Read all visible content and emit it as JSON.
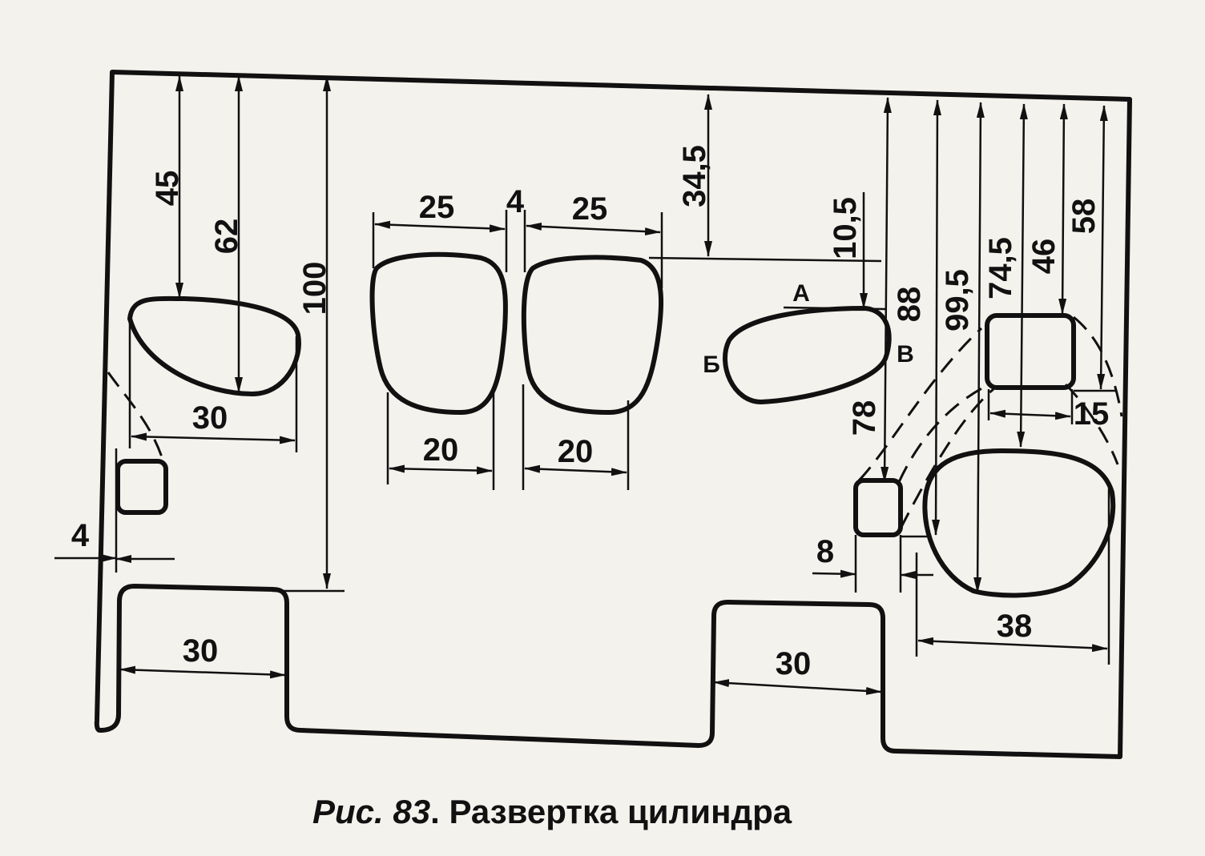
{
  "caption": {
    "figure_label": "Рис. 83",
    "separator": ".",
    "title": "Развертка цилиндра"
  },
  "dimensions": {
    "left_hole_top_depth": "45",
    "left_hole_bottom_depth": "62",
    "left_hole_width": "30",
    "left_small_square_offset": "4",
    "left_total_height": "100",
    "left_notch_width": "30",
    "center_hole_1_top_width": "25",
    "center_gap": "4",
    "center_hole_2_top_width": "25",
    "center_hole_1_bottom_width": "20",
    "center_hole_2_bottom_width": "20",
    "center_top_offset": "34,5",
    "right_oval_top_offset": "10,5",
    "right_oval_depth": "88",
    "right_small_square_depth": "78",
    "right_small_square_width": "8",
    "right_big_hole_bottom": "99,5",
    "right_big_hole_center": "74,5",
    "right_square_top": "46",
    "right_square_bottom": "58",
    "right_square_width": "15",
    "right_big_hole_width": "38",
    "middle_notch_width": "30"
  },
  "point_labels": {
    "a": "А",
    "b": "Б",
    "v": "В"
  }
}
